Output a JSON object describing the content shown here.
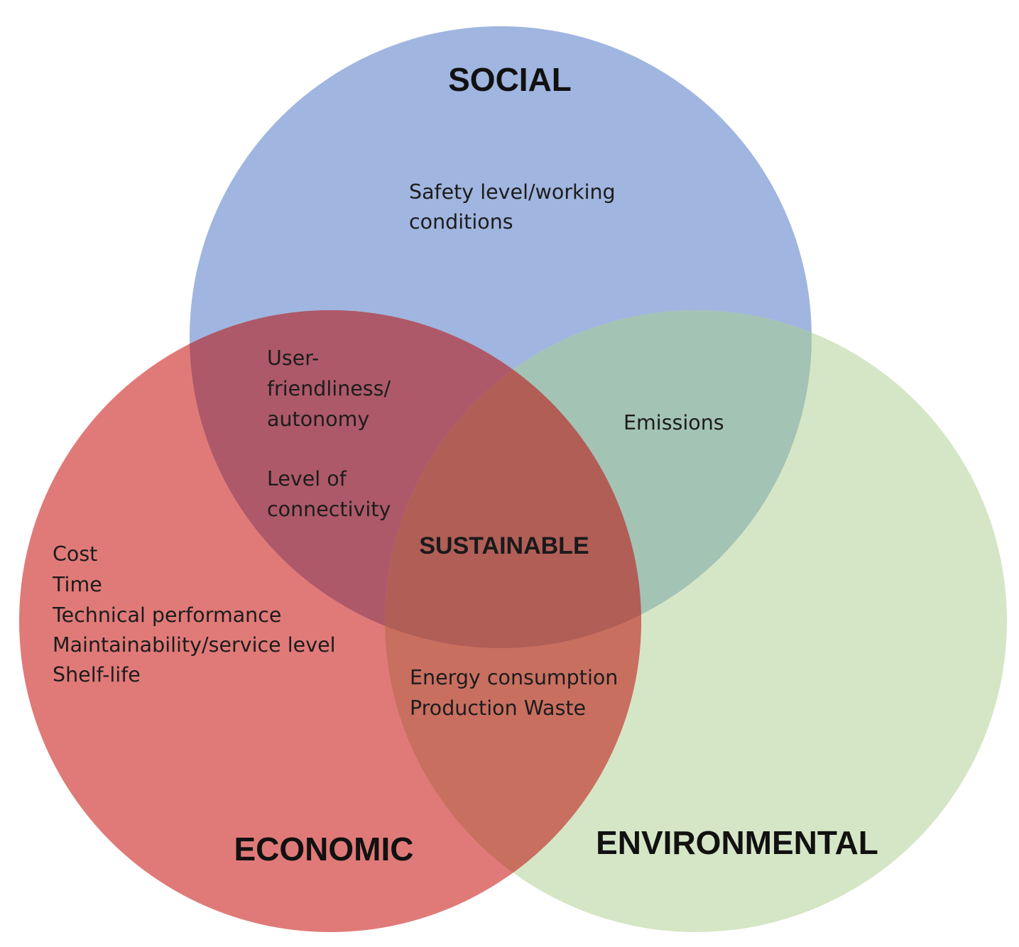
{
  "colors": {
    "social": "#a0b5df",
    "economic": "#e07a78",
    "environmental": "#d5e6c6",
    "social_economic": "#ad5969",
    "social_environmental": "#a3c3b5",
    "economic_environmental": "#c86f60",
    "center": "#b15e57",
    "text": "#111111"
  },
  "sets": {
    "social": {
      "title": "SOCIAL",
      "items": [
        "Safety level/working",
        "conditions"
      ]
    },
    "economic": {
      "title": "ECONOMIC",
      "items": [
        "Cost",
        "Time",
        "Technical performance",
        "Maintainability/service level",
        "Shelf-life"
      ]
    },
    "environmental": {
      "title": "ENVIRONMENTAL",
      "items": []
    }
  },
  "intersections": {
    "social_economic": {
      "items": [
        "User-",
        "friendliness/",
        "autonomy",
        "Level of",
        "connectivity"
      ]
    },
    "social_environmental": {
      "items": [
        "Emissions"
      ]
    },
    "economic_environmental": {
      "items": [
        "Energy consumption",
        "Production Waste"
      ]
    },
    "center": {
      "title": "SUSTAINABLE"
    }
  }
}
